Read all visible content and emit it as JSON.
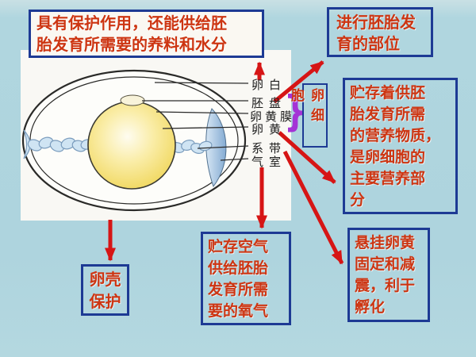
{
  "title": "egg-structure-diagram",
  "colors": {
    "background": "#aed4de",
    "panel": "#f9f8f4",
    "box_border": "#1d3a94",
    "text_red": "#cd3512",
    "arrow_red": "#d61515",
    "brace_purple": "#a433d6",
    "yolk_edge": "#f0d862",
    "air_cell_blue": "#8fb3d6"
  },
  "callouts": {
    "egg_white_fn": {
      "text": "具有保护作用，还能供给胚\n胎发育所需要的养料和水分"
    },
    "germinal_disc_fn": {
      "text": "进行胚胎发\n育的部位"
    },
    "egg_cell": {
      "text": "卵细胞"
    },
    "yolk_fn": {
      "text": "贮存着供胚\n胎发育所需\n的营养物质，\n是卵细胞的\n主要营养部\n分"
    },
    "shell_fn": {
      "text": "卵壳\n保护"
    },
    "air_cell_fn": {
      "text": "贮存空气\n供给胚胎\n发育所需\n要的氧气"
    },
    "chalaza_fn": {
      "text": "悬挂卵黄\n固定和减\n震，利于\n孵化"
    }
  },
  "labels": {
    "egg_white": "卵白",
    "germinal_disc": "胚盘",
    "yolk_membrane": "卵黄膜",
    "yolk": "卵黄",
    "chalaza": "系带",
    "air_cell": "气室"
  },
  "brace_glyph": "}"
}
